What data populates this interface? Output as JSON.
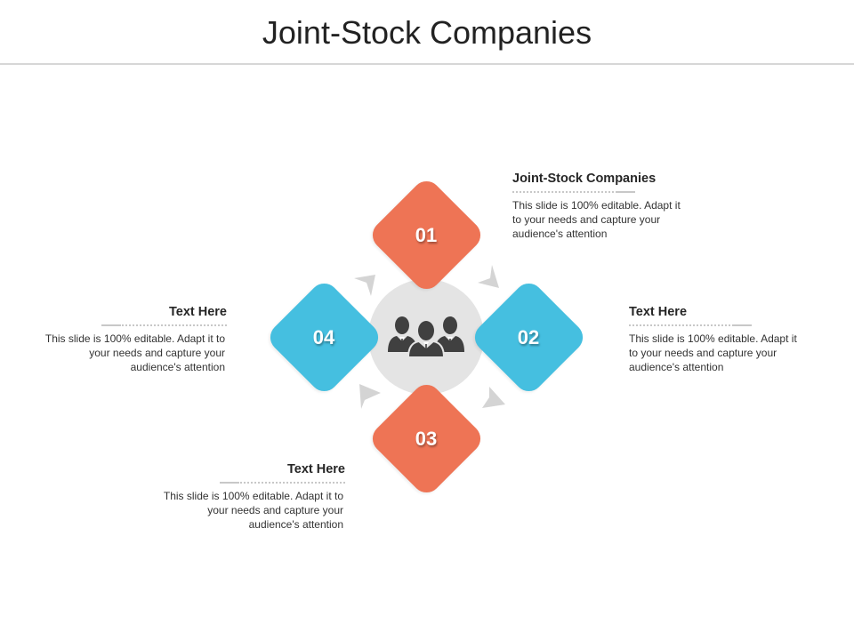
{
  "slide": {
    "title": "Joint-Stock Companies"
  },
  "colors": {
    "orange": "#ee7455",
    "blue": "#45bfe0",
    "center_circle": "#e4e4e4",
    "arrow": "#d4d4d4",
    "people_icon": "#404040"
  },
  "diagram": {
    "center_icon": "people-group-icon",
    "steps": [
      {
        "number": "01",
        "color": "orange",
        "position": "top"
      },
      {
        "number": "02",
        "color": "blue",
        "position": "right"
      },
      {
        "number": "03",
        "color": "orange",
        "position": "bottom"
      },
      {
        "number": "04",
        "color": "blue",
        "position": "left"
      }
    ]
  },
  "text_blocks": [
    {
      "id": "01",
      "heading": "Joint-Stock Companies",
      "body": "This slide is 100% editable. Adapt it to your needs and capture your audience's attention"
    },
    {
      "id": "02",
      "heading": "Text Here",
      "body": "This slide is 100% editable. Adapt it to your needs and capture your audience's attention"
    },
    {
      "id": "03",
      "heading": "Text Here",
      "body": "This slide is 100% editable. Adapt it to your needs and capture your audience's attention"
    },
    {
      "id": "04",
      "heading": "Text Here",
      "body": "This slide is 100% editable. Adapt it to your needs and capture your audience's attention"
    }
  ]
}
